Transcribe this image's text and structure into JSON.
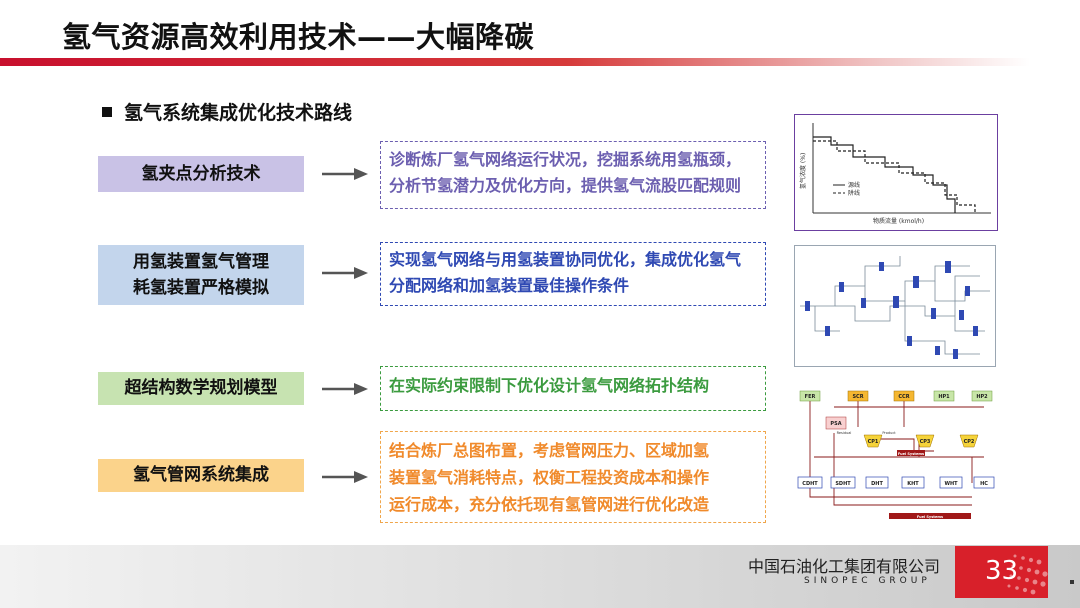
{
  "title": "氢气资源高效利用技术——大幅降碳",
  "section_title": "氢气系统集成优化技术路线",
  "rows": [
    {
      "label": "氢夹点分析技术",
      "desc": "诊断炼厂氢气网络运行状况，挖掘系统用氢瓶颈，分析节氢潜力及优化方向，提供氢气流股匹配规则",
      "color": "#c9c2e6",
      "border": "#6c5fb0"
    },
    {
      "label": "用氢装置氢气管理耗氢装置严格模拟",
      "desc": "实现氢气网络与用氢装置协同优化，集成优化氢气分配网络和加氢装置最佳操作条件",
      "color": "#c3d5ec",
      "border": "#2f49b3"
    },
    {
      "label": "超结构数学规划模型",
      "desc": "在实际约束限制下优化设计氢气网络拓扑结构",
      "color": "#c7e3b1",
      "border": "#3b9b3f"
    },
    {
      "label": "氢气管网系统集成",
      "desc": "结合炼厂总图布置，考虑管网压力、区域加氢装置氢气消耗特点，权衡工程投资成本和操作运行成本，充分依托现有氢管网进行优化改造",
      "color": "#fbd38b",
      "border": "#f0a64b"
    }
  ],
  "label_lines": {
    "r1": [
      "氢夹点分析技术"
    ],
    "r2": [
      "用氢装置氢气管理",
      "耗氢装置严格模拟"
    ],
    "r3": [
      "超结构数学规划模型"
    ],
    "r4": [
      "氢气管网系统集成"
    ]
  },
  "desc_lines": {
    "r1": [
      "诊断炼厂氢气网络运行状况，挖掘系统用氢瓶颈，",
      "分析节氢潜力及优化方向，提供氢气流股匹配规则"
    ],
    "r2": [
      "实现氢气网络与用氢装置协同优化，集成优化氢气",
      "分配网络和加氢装置最佳操作条件"
    ],
    "r3": [
      "在实际约束限制下优化设计氢气网络拓扑结构"
    ],
    "r4": [
      "结合炼厂总图布置，考虑管网压力、区域加氢",
      "装置氢气消耗特点，权衡工程投资成本和操作",
      "运行成本，充分依托现有氢管网进行优化改造"
    ]
  },
  "figure1": {
    "ylabel": "氢气浓度 (%)",
    "xlabel": "物质流量 (kmol/h)",
    "legend": [
      "源线",
      "阱线"
    ]
  },
  "figure3": {
    "top_nodes": [
      "FER",
      "SCR",
      "CCR",
      "HP1",
      "HP2"
    ],
    "mid_nodes": [
      "PSA",
      "CP1",
      "CP3",
      "CP2"
    ],
    "bottom_nodes": [
      "CDHT",
      "SDHT",
      "DHT",
      "KHT",
      "WHT",
      "HC"
    ],
    "labels": [
      "Fuel Systems",
      "Fuel Systems",
      "Residual",
      "Product"
    ]
  },
  "footer": {
    "company": "中国石油化工集团有限公司",
    "company_en": "SINOPEC GROUP",
    "page": "33"
  },
  "colors": {
    "accent": "#c8102e",
    "page_box": "#d8202a"
  }
}
